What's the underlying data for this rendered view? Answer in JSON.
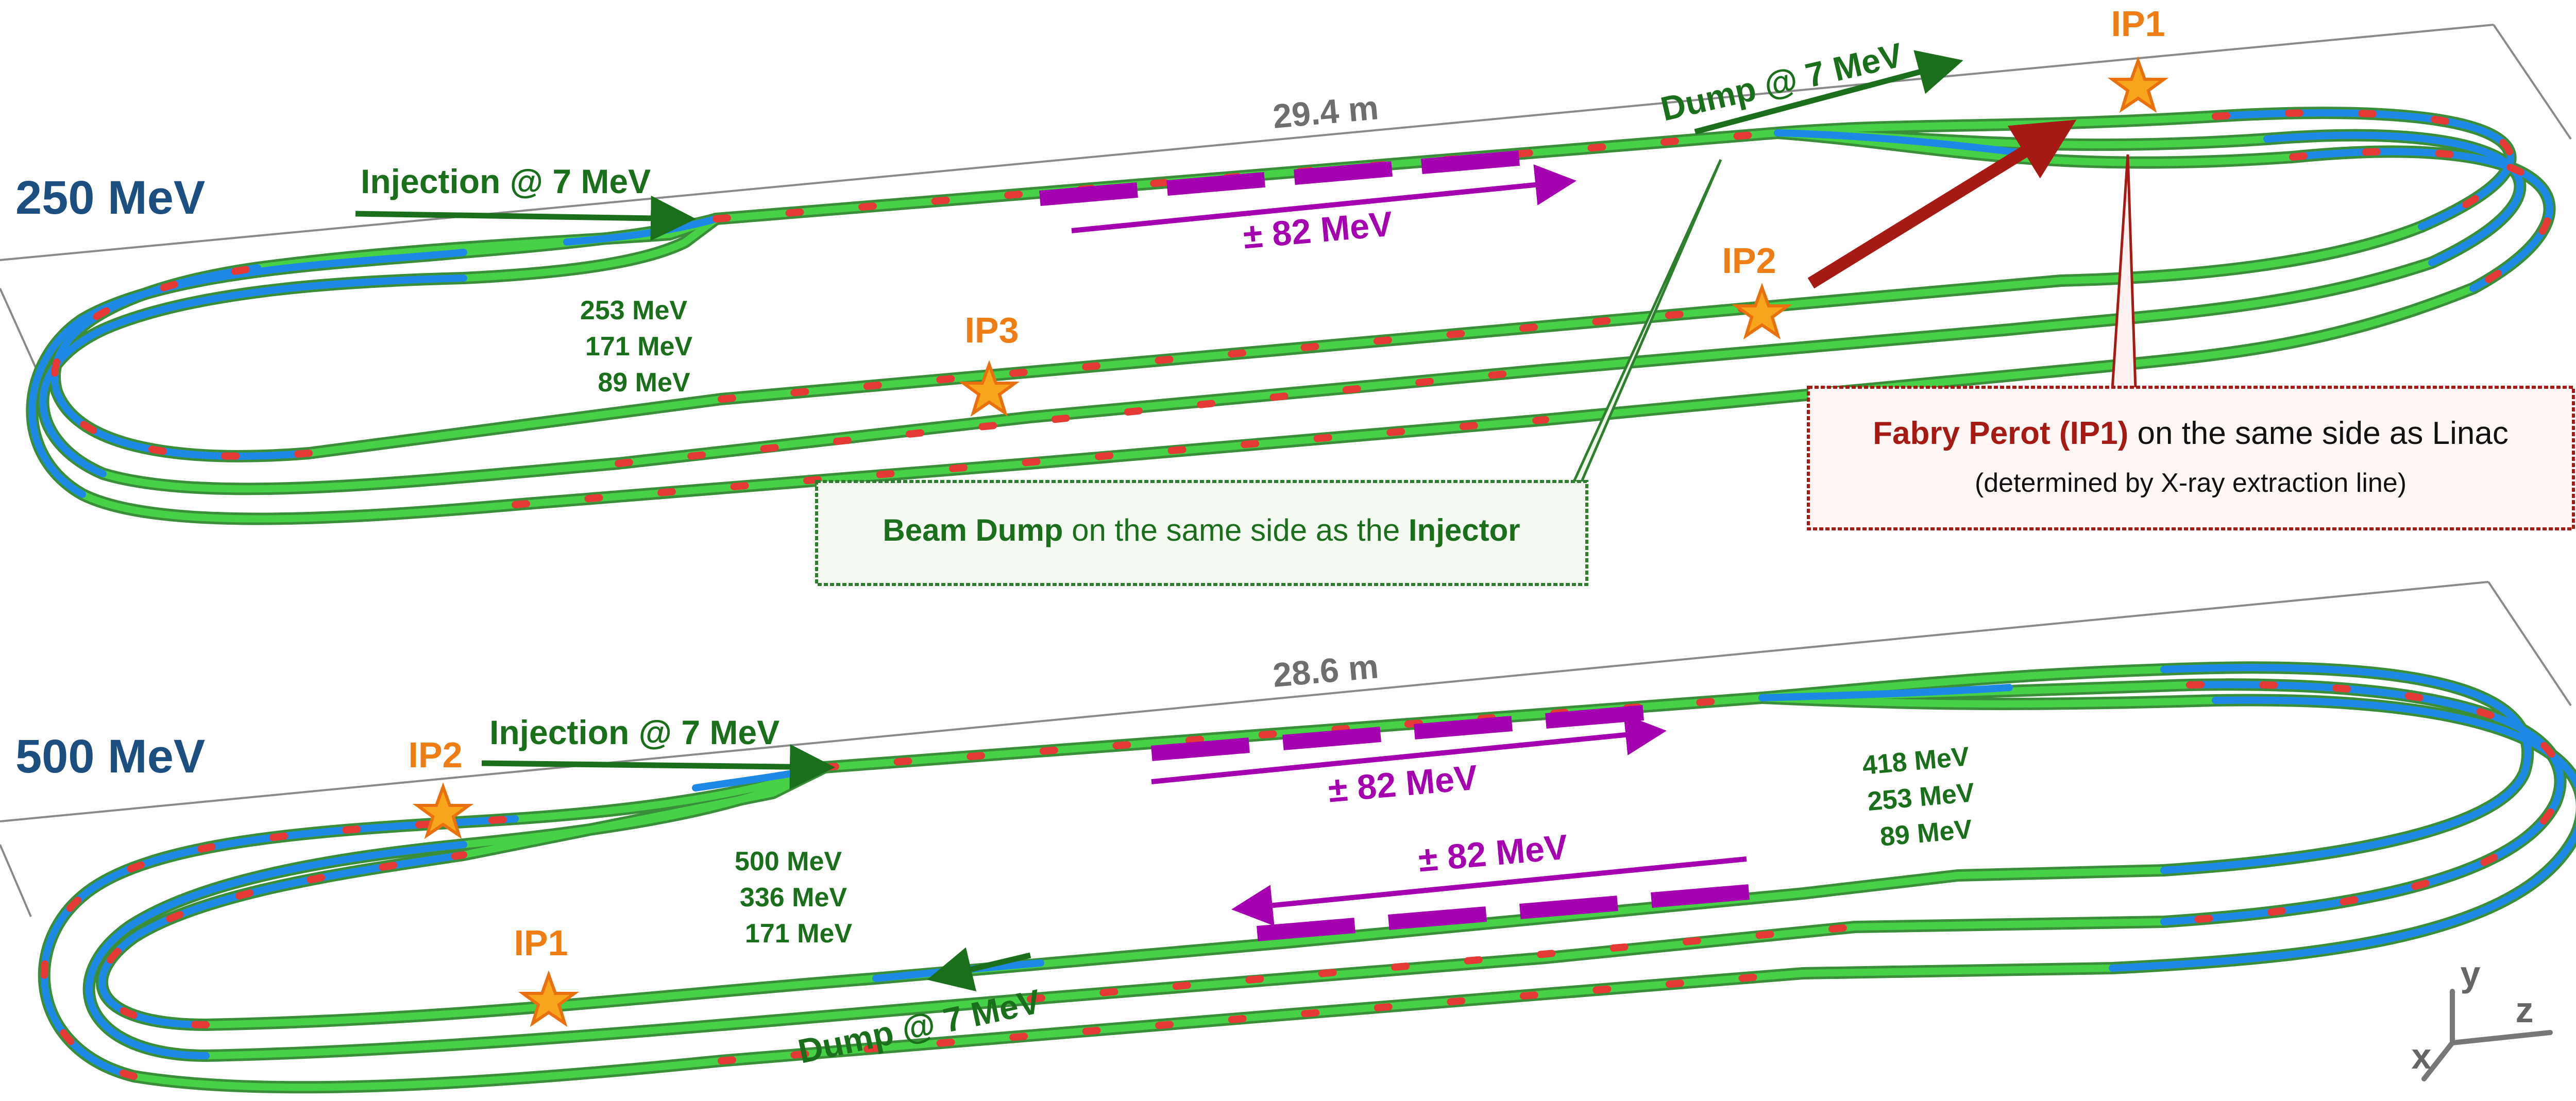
{
  "colors": {
    "blue": "#1E88E5",
    "green": "#43D043",
    "red": "#E53935",
    "magenta": "#A400AF",
    "dark_green": "#1B6E1B",
    "dark_red": "#A51A14",
    "orange": "#EF7D16",
    "navy": "#1C4E80",
    "grey": "#7A7A7A"
  },
  "top": {
    "energy": "250 MeV",
    "length": "29.4 m",
    "injection": "Injection @ 7 MeV",
    "dump": "Dump @ 7 MeV",
    "linac": "± 82 MeV",
    "arc_energies": [
      "253 MeV",
      "171 MeV",
      "89 MeV"
    ],
    "ip_labels": [
      "IP1",
      "IP2",
      "IP3"
    ],
    "beam_dump_callout": {
      "part1": "Beam Dump",
      "part2": " on the same side as the ",
      "part3": "Injector"
    },
    "fabry_callout": {
      "part1": "Fabry Perot (IP1)",
      "part2": " on the same side as Linac",
      "line2": "(determined by X-ray extraction line)"
    }
  },
  "bottom": {
    "energy": "500 MeV",
    "length": "28.6 m",
    "injection": "Injection @ 7 MeV",
    "dump": "Dump @ 7 MeV",
    "linac_top": "± 82 MeV",
    "linac_bottom": "± 82 MeV",
    "arc_energies_left": [
      "500 MeV",
      "336 MeV",
      "171 MeV"
    ],
    "arc_energies_right": [
      "418 MeV",
      "253 MeV",
      "89 MeV"
    ],
    "ip_labels": [
      "IP2",
      "IP1"
    ]
  },
  "axes": {
    "x": "x",
    "y": "y",
    "z": "z"
  }
}
